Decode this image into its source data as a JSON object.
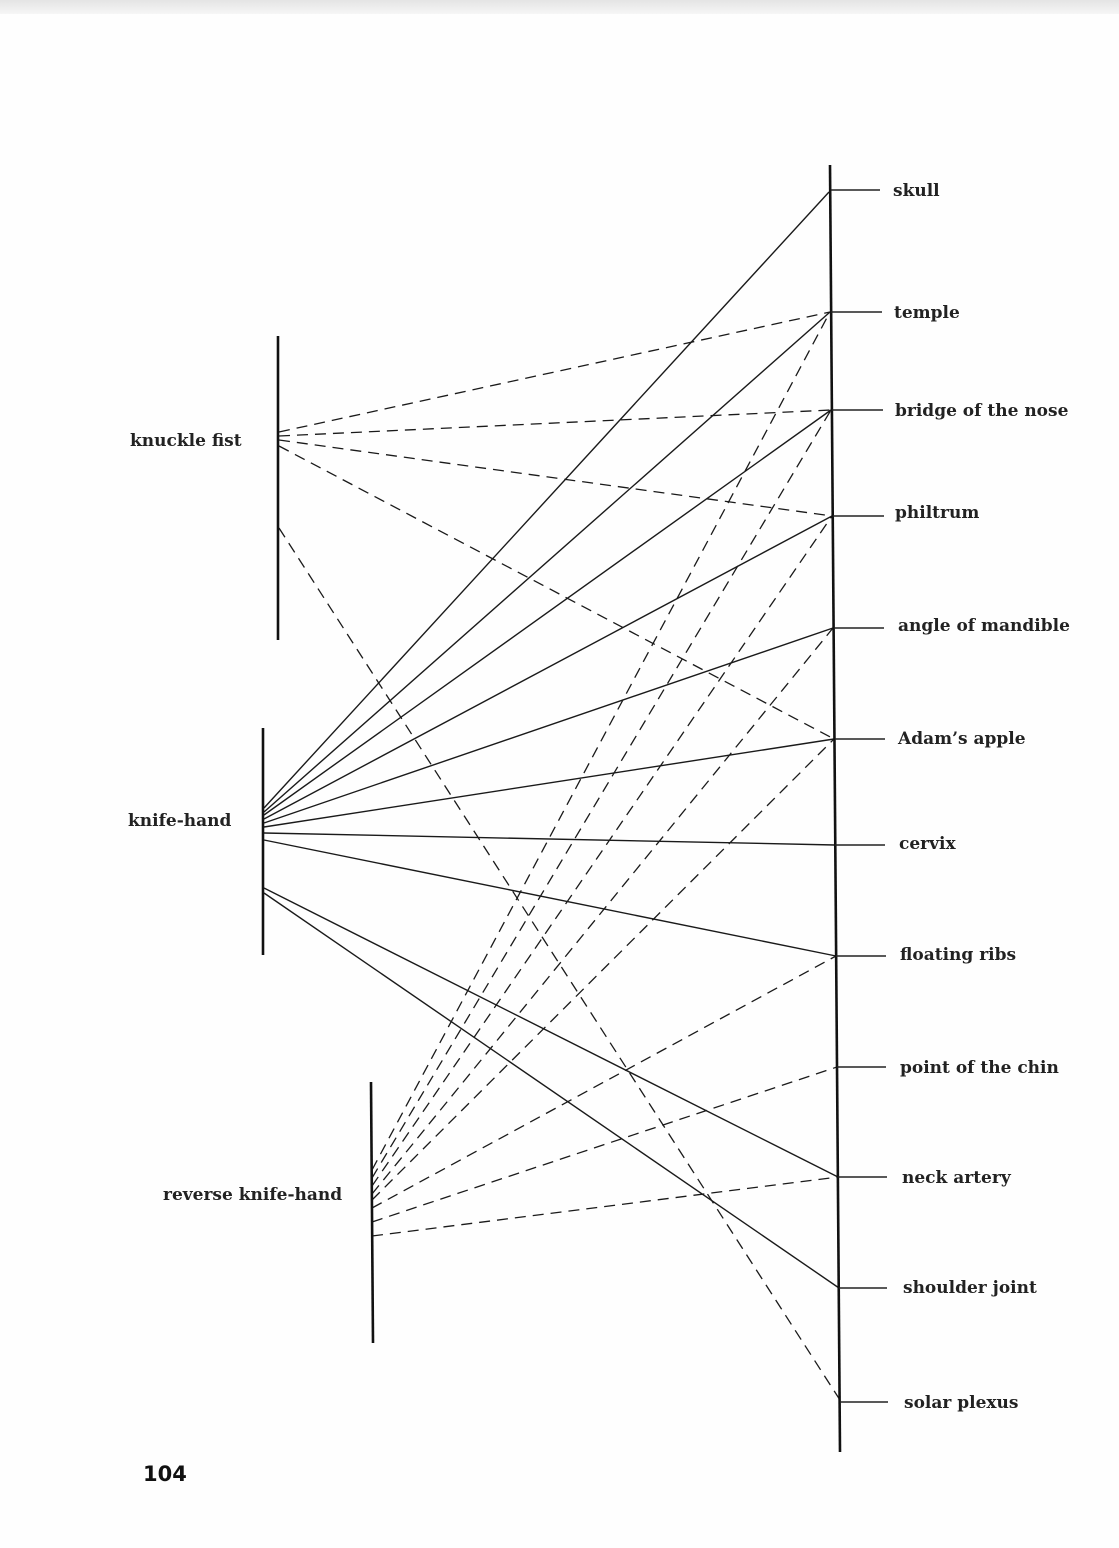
{
  "weapons": [
    {
      "id": "knuckle-fist",
      "label": "knuckle fist"
    },
    {
      "id": "knife-hand",
      "label": "knife-hand"
    },
    {
      "id": "reverse-knife-hand",
      "label": "reverse knife-hand"
    }
  ],
  "targets": [
    {
      "id": "skull",
      "label": "skull"
    },
    {
      "id": "temple",
      "label": "temple"
    },
    {
      "id": "bridge-of-the-nose",
      "label": "bridge of the nose"
    },
    {
      "id": "philtrum",
      "label": "philtrum"
    },
    {
      "id": "angle-of-mandible",
      "label": "angle of mandible"
    },
    {
      "id": "adams-apple",
      "label": "Adam’s apple"
    },
    {
      "id": "cervix",
      "label": "cervix"
    },
    {
      "id": "floating-ribs",
      "label": "floating ribs"
    },
    {
      "id": "point-of-the-chin",
      "label": "point of the chin"
    },
    {
      "id": "neck-artery",
      "label": "neck artery"
    },
    {
      "id": "shoulder-joint",
      "label": "shoulder joint"
    },
    {
      "id": "solar-plexus",
      "label": "solar plexus"
    }
  ],
  "connections": [
    {
      "from": "knuckle-fist",
      "to": "temple",
      "style": "dashed"
    },
    {
      "from": "knuckle-fist",
      "to": "bridge-of-the-nose",
      "style": "dashed"
    },
    {
      "from": "knuckle-fist",
      "to": "philtrum",
      "style": "dashed"
    },
    {
      "from": "knuckle-fist",
      "to": "adams-apple",
      "style": "dashed"
    },
    {
      "from": "knuckle-fist",
      "to": "solar-plexus",
      "style": "dashed"
    },
    {
      "from": "knife-hand",
      "to": "skull",
      "style": "solid"
    },
    {
      "from": "knife-hand",
      "to": "temple",
      "style": "solid"
    },
    {
      "from": "knife-hand",
      "to": "bridge-of-the-nose",
      "style": "solid"
    },
    {
      "from": "knife-hand",
      "to": "philtrum",
      "style": "solid"
    },
    {
      "from": "knife-hand",
      "to": "angle-of-mandible",
      "style": "solid"
    },
    {
      "from": "knife-hand",
      "to": "adams-apple",
      "style": "solid"
    },
    {
      "from": "knife-hand",
      "to": "cervix",
      "style": "solid"
    },
    {
      "from": "knife-hand",
      "to": "floating-ribs",
      "style": "solid"
    },
    {
      "from": "knife-hand",
      "to": "neck-artery",
      "style": "solid"
    },
    {
      "from": "knife-hand",
      "to": "shoulder-joint",
      "style": "solid"
    },
    {
      "from": "reverse-knife-hand",
      "to": "temple",
      "style": "dashed"
    },
    {
      "from": "reverse-knife-hand",
      "to": "bridge-of-the-nose",
      "style": "dashed"
    },
    {
      "from": "reverse-knife-hand",
      "to": "philtrum",
      "style": "dashed"
    },
    {
      "from": "reverse-knife-hand",
      "to": "angle-of-mandible",
      "style": "dashed"
    },
    {
      "from": "reverse-knife-hand",
      "to": "adams-apple",
      "style": "dashed"
    },
    {
      "from": "reverse-knife-hand",
      "to": "floating-ribs",
      "style": "dashed"
    },
    {
      "from": "reverse-knife-hand",
      "to": "point-of-the-chin",
      "style": "dashed"
    },
    {
      "from": "reverse-knife-hand",
      "to": "neck-artery",
      "style": "dashed"
    }
  ],
  "page_number": "104"
}
